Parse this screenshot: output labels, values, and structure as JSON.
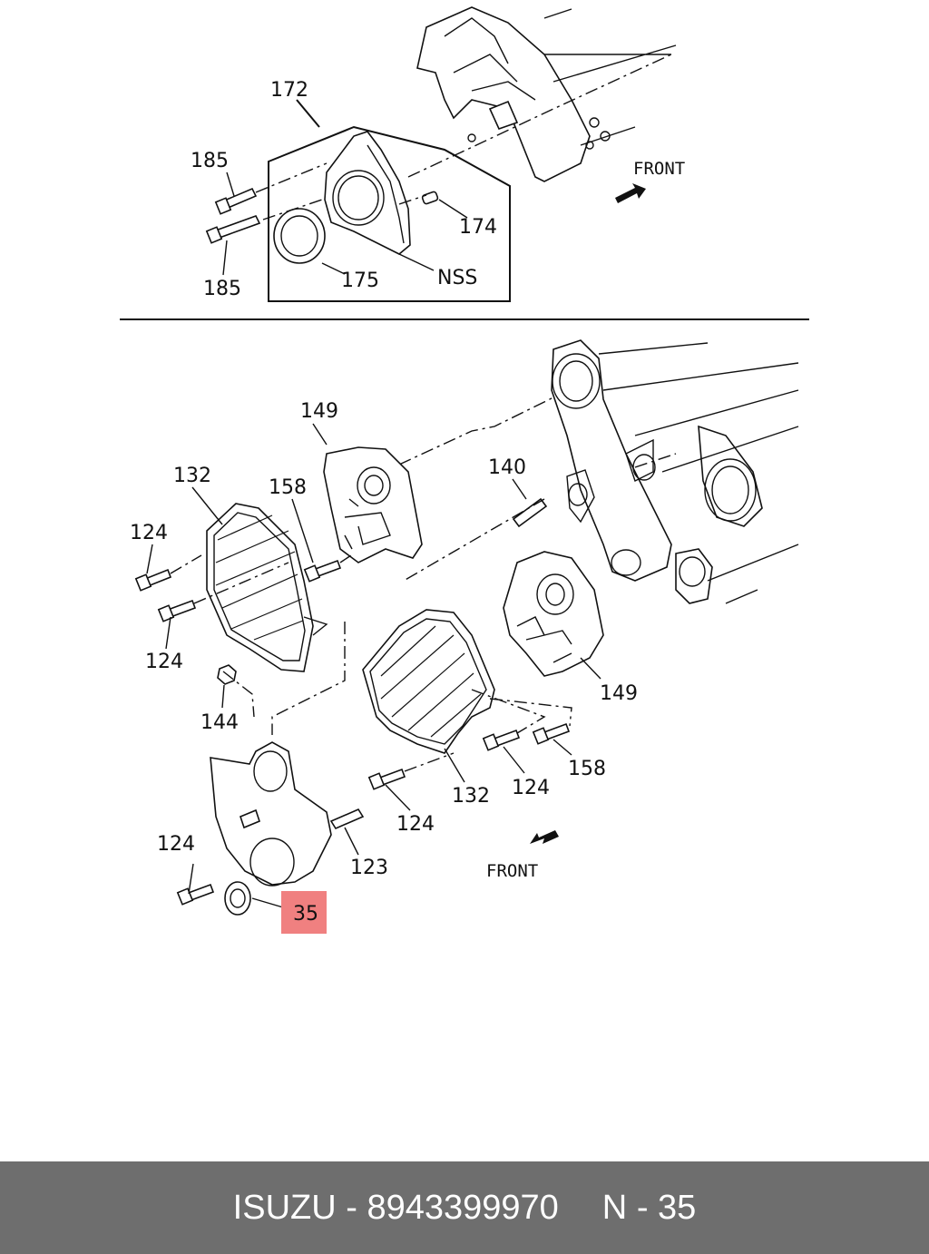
{
  "diagram": {
    "labels": {
      "l172": "172",
      "l185a": "185",
      "l185b": "185",
      "l174": "174",
      "l175": "175",
      "lnss": "NSS",
      "front_top": "FRONT",
      "l149a": "149",
      "l132a": "132",
      "l158a": "158",
      "l140": "140",
      "l124a": "124",
      "l124b": "124",
      "l144": "144",
      "l149b": "149",
      "l158b": "158",
      "l124c": "124",
      "l132b": "132",
      "l124d": "124",
      "l124e": "124",
      "l123": "123",
      "front_bottom": "FRONT",
      "l35": "35"
    },
    "highlight_color": "#f08080"
  },
  "footer": {
    "brand": "ISUZU",
    "sep1": "-",
    "part_number": "8943399970",
    "section": "N",
    "sep2": "-",
    "page": "35"
  }
}
